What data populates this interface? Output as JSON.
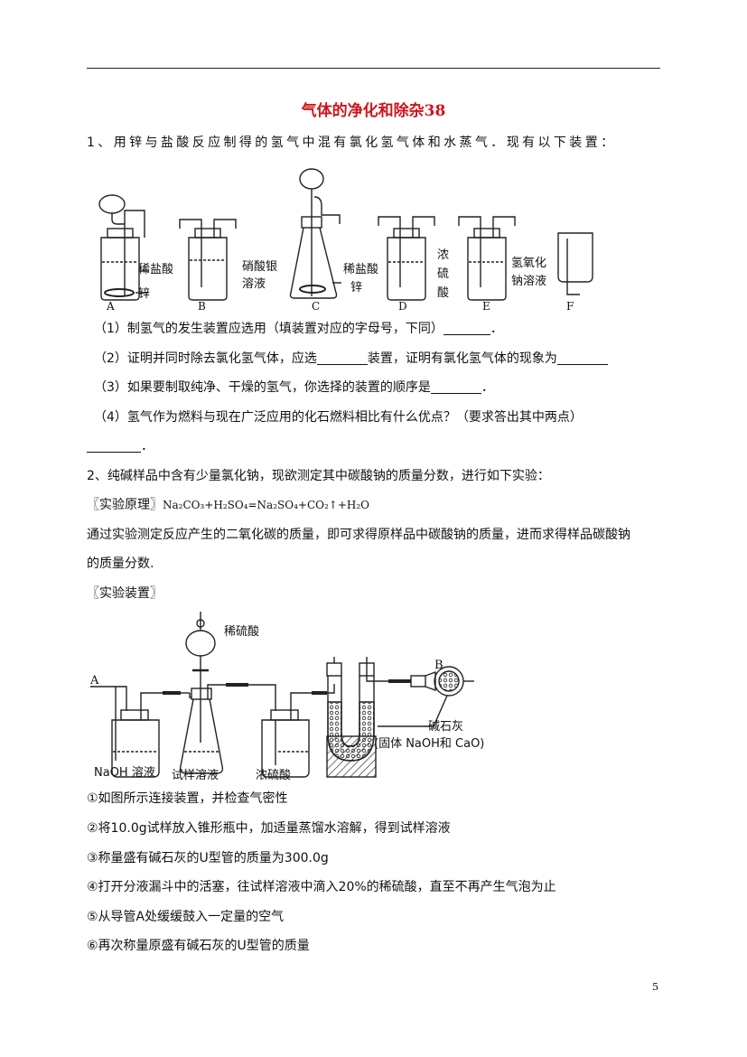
{
  "header": {
    "title": "气体的净化和除杂38"
  },
  "q1": {
    "stem": "1、用锌与盐酸反应制得的氢气中混有氯化氢气体和水蒸气．现有以下装置：",
    "apparatus": {
      "A": {
        "letter": "A",
        "labels": [
          "稀盐酸",
          "锌"
        ]
      },
      "B": {
        "letter": "B",
        "labels": [
          "硝酸银",
          "溶液"
        ]
      },
      "C": {
        "letter": "C",
        "labels": [
          "稀盐酸",
          "锌"
        ]
      },
      "D": {
        "letter": "D",
        "labels": [
          "浓",
          "硫",
          "酸"
        ]
      },
      "E": {
        "letter": "E",
        "labels": [
          "氢氧化",
          "钠溶液"
        ]
      },
      "F": {
        "letter": "F"
      }
    },
    "sub1": "（1）制氢气的发生装置应选用（填装置对应的字母号，下同）",
    "sub2a": "（2）证明并同时除去氯化氢气体，应选",
    "sub2b": "装置，证明有氯化氢气体的现象为",
    "sub3": "（3）如果要制取纯净、干燥的氢气，你选择的装置的顺序是",
    "sub4": "（4）氢气作为燃料与现在广泛应用的化石燃料相比有什么优点？（要求答出其中两点）",
    "period": "．"
  },
  "q2": {
    "stem": "2、纯碱样品中含有少量氯化钠，现欲测定其中碳酸钠的质量分数，进行如下实验：",
    "principle_label": "〖实验原理〗",
    "equation": "Na₂CO₃+H₂SO₄=Na₂SO₄+CO₂↑+H₂O",
    "desc_line1": "通过实验测定反应产生的二氧化碳的质量，即可求得原样品中碳酸钠的质量，进而求得样品碳酸钠",
    "desc_line2": "的质量分数.",
    "device_label": "〖实验装置〗",
    "diagram": {
      "acid": "稀硫酸",
      "A": "A",
      "B": "B",
      "naoh": "NaOH 溶液",
      "sample": "试样溶液",
      "h2so4": "浓硫酸",
      "lime": "碱石灰",
      "lime_note": "(固体 NaOH和 CaO)"
    },
    "steps": [
      "①如图所示连接装置，并检查气密性",
      "②将10.0g试样放入锥形瓶中，加适量蒸馏水溶解，得到试样溶液",
      "③称量盛有碱石灰的U型管的质量为300.0g",
      "④打开分液漏斗中的活塞，往试样溶液中滴入20%的稀硫酸，直至不再产生气泡为止",
      "⑤从导管A处缓缓鼓入一定量的空气",
      "⑥再次称量原盛有碱石灰的U型管的质量"
    ]
  },
  "footer": {
    "page": "5"
  }
}
